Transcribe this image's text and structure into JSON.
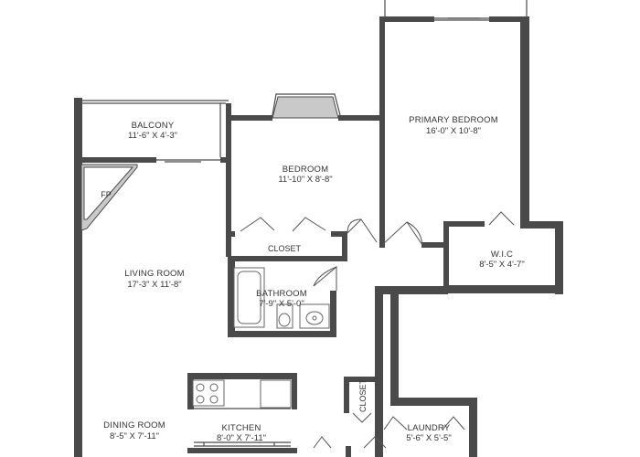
{
  "rooms": {
    "balcony": {
      "name": "BALCONY",
      "dims": "11'-6\" X 4'-3\""
    },
    "primary_bedroom": {
      "name": "PRIMARY BEDROOM",
      "dims": "16'-0\" X 10'-8\""
    },
    "bedroom": {
      "name": "BEDROOM",
      "dims": "11'-10\" X 8'-8\""
    },
    "closet": {
      "name": "CLOSET"
    },
    "wic": {
      "name": "W.I.C",
      "dims": "8'-5\" X 4'-7\""
    },
    "living_room": {
      "name": "LIVING ROOM",
      "dims": "17'-3\" X 11'-8\""
    },
    "bathroom": {
      "name": "BATHROOM",
      "dims": "7'-9\" X 5'-0\""
    },
    "fireplace": {
      "name": "FP"
    },
    "hall_closet": {
      "name": "CLOSET"
    },
    "dining_room": {
      "name": "DINING ROOM",
      "dims": "8'-5\" X 7'-11\""
    },
    "kitchen": {
      "name": "KITCHEN",
      "dims": "8'-0\" X 7'-11\""
    },
    "laundry": {
      "name": "LAUNDRY",
      "dims": "5'-6\" X 5'-5\""
    }
  }
}
